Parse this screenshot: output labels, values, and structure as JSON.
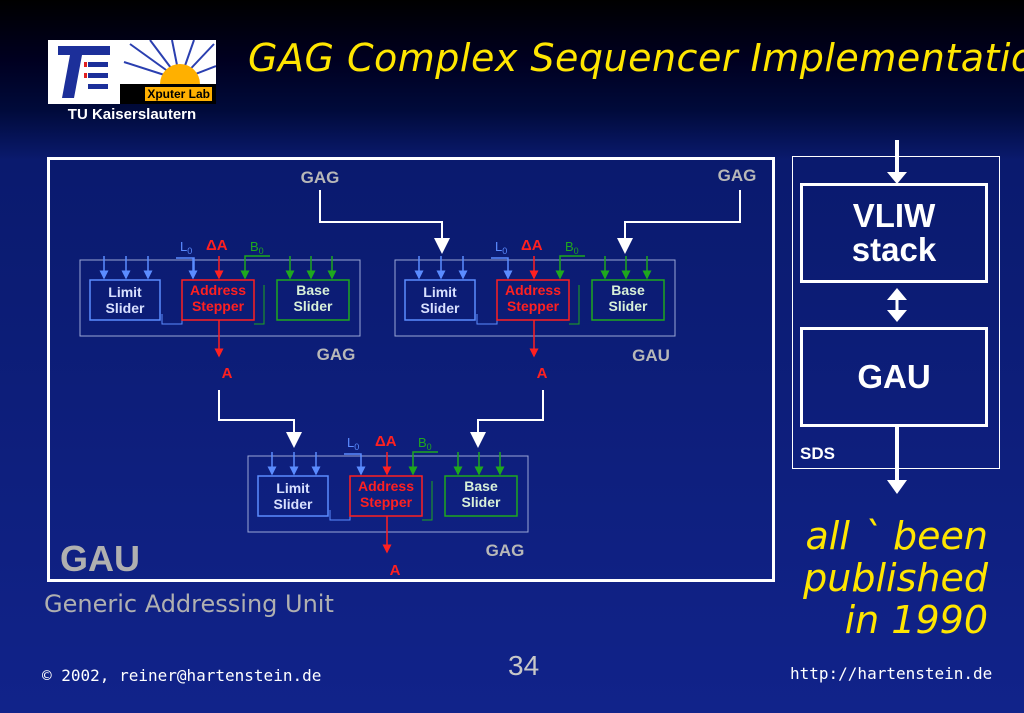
{
  "title": "GAG Complex Sequencer Implementation",
  "logo": {
    "caption": "TU Kaiserslautern",
    "lab": "Xputer Lab"
  },
  "diagram": {
    "gag_top_label": "GAG",
    "gag_left_label": "GAG",
    "gau_label": "GAU",
    "gag_bottom_label": "GAG",
    "top_left_gag": "GAG",
    "top_right_gag": "GAG",
    "limit_slider": [
      "Limit",
      "Slider"
    ],
    "address_stepper": [
      "Address",
      "Stepper"
    ],
    "base_slider": [
      "Base",
      "Slider"
    ],
    "l0": "L",
    "l0_sub": "0",
    "b0": "B",
    "b0_sub": "0",
    "delta_a": "ΔA",
    "a_out": "A",
    "colors": {
      "limit": "#5b8cff",
      "address": "#ff2020",
      "base": "#1ea81e",
      "label": "#b8b8b8"
    }
  },
  "sds": {
    "vliw_line1": "VLIW",
    "vliw_line2": "stack",
    "gau": "GAU",
    "label": "SDS"
  },
  "note": {
    "line1": "all ` been",
    "line2": "published",
    "line3": "in 1990"
  },
  "gau_title": "GAU",
  "gau_subtitle": "Generic Addressing Unit",
  "footer": {
    "copyright": "© 2002, reiner@hartenstein.de",
    "page": "34",
    "url": "http://hartenstein.de"
  }
}
